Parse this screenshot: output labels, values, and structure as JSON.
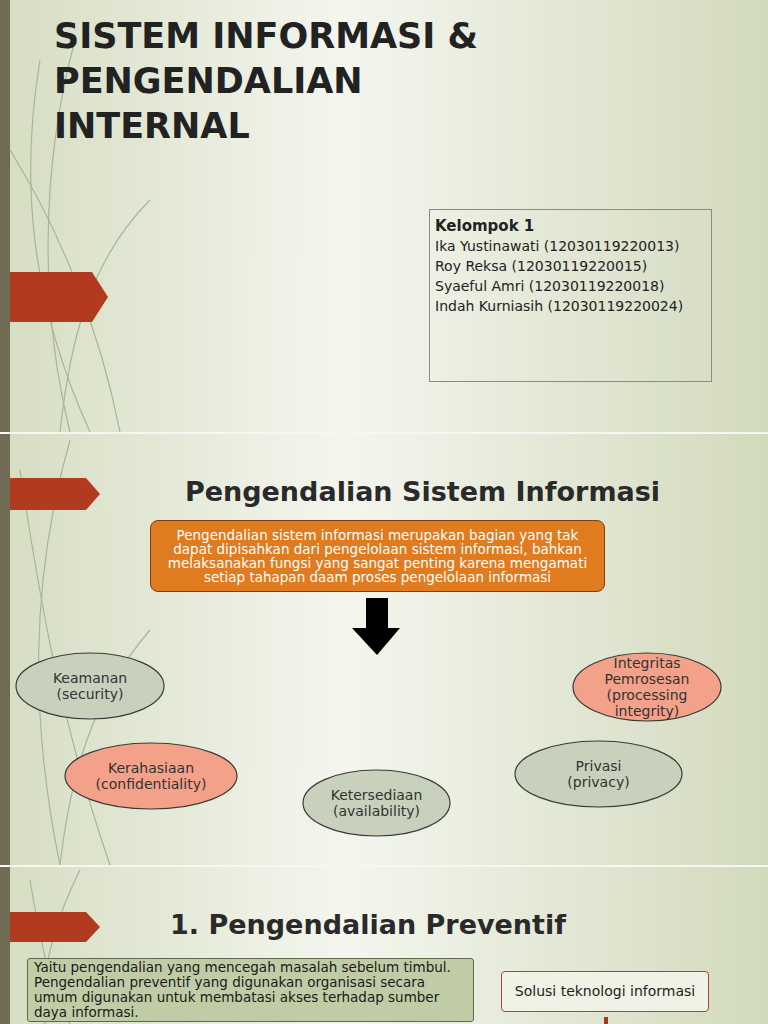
{
  "diagram": {
    "title": "SISTEM INFORMASI & PENGENDALIAN INTERNAL",
    "nodes": [
      {
        "text": [
          "Kelompok 1",
          "Ika Yustinawati (12030119220013)",
          "Roy Reksa (12030119220015)",
          "Syaeful Amri (12030119220018)",
          "Indah Kurniasih (12030119220024)"
        ]
      },
      {
        "text": [
          "Pengendalian sistem informasi merupakan bagian yang tak dapat dipisahkan dari pengelolaan sistem informasi, bahkan melaksanakan fungsi yang sangat penting karena mengamati setiap tahapan daam proses pengelolaan informasi"
        ]
      },
      {
        "text": [
          "Keamanan (security)"
        ]
      },
      {
        "text": [
          "Integritas Pemrosesan (processing integrity)"
        ]
      },
      {
        "text": [
          "Kerahasiaan (confidentiality)"
        ]
      },
      {
        "text": [
          "Privasi (privacy)"
        ]
      },
      {
        "text": [
          "Ketersediaan (availability)"
        ]
      },
      {
        "text": [
          "Yaitu pengendalian yang mencegah masalah sebelum timbul. Pengendalian preventif yang digunakan organisasi secara umum digunakan untuk membatasi akses terhadap sumber daya informasi."
        ]
      },
      {
        "text": [
          "Solusi teknologi informasi"
        ]
      }
    ],
    "labels": [
      "Pengendalian Sistem Informasi",
      "1. Pengendalian Preventif"
    ]
  }
}
